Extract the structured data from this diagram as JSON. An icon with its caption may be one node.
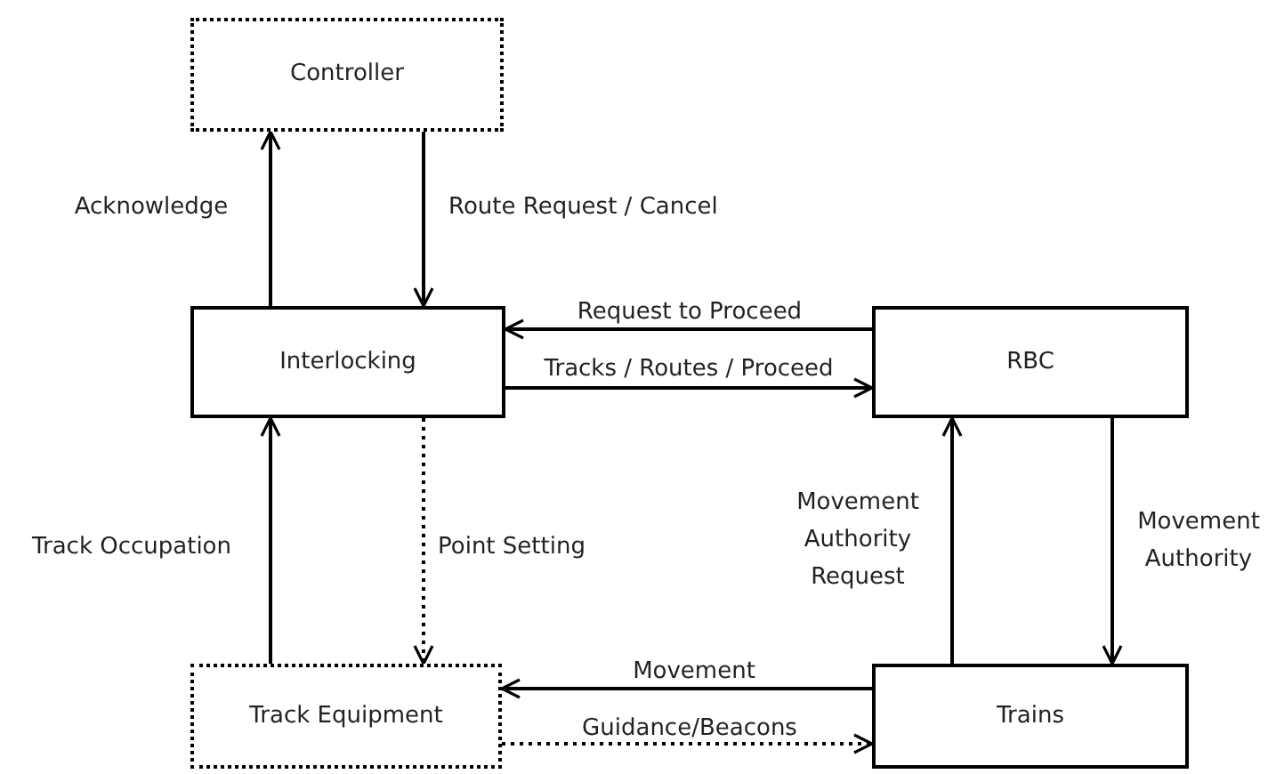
{
  "diagram": {
    "nodes": [
      {
        "text": [
          "Controller"
        ]
      },
      {
        "text": [
          "Interlocking"
        ]
      },
      {
        "text": [
          "RBC"
        ]
      },
      {
        "text": [
          "Track Equipment"
        ]
      },
      {
        "text": [
          "Trains"
        ]
      }
    ],
    "edges": [
      {
        "from": 1,
        "to": 0,
        "arrow": "to",
        "label": "Acknowledge"
      },
      {
        "from": 0,
        "to": 1,
        "arrow": "to",
        "label": "Route Request / Cancel"
      },
      {
        "from": 2,
        "to": 1,
        "arrow": "to",
        "label": "Request to Proceed"
      },
      {
        "from": 1,
        "to": 2,
        "arrow": "to",
        "label": "Tracks / Routes / Proceed"
      },
      {
        "from": 1,
        "to": 3,
        "arrow": "to",
        "label": "Point Setting",
        "style": "dashed"
      },
      {
        "from": 3,
        "to": 1,
        "arrow": "to",
        "label": "Track Occupation"
      },
      {
        "from": 4,
        "to": 2,
        "arrow": "to",
        "label": "Movement Authority Request"
      },
      {
        "from": 2,
        "to": 4,
        "arrow": "to",
        "label": "Movement Authority"
      },
      {
        "from": 4,
        "to": 3,
        "arrow": "to",
        "label": "Movement"
      },
      {
        "from": 3,
        "to": 4,
        "arrow": "to",
        "label": "Guidance/Beacons",
        "style": "dashed"
      }
    ]
  }
}
